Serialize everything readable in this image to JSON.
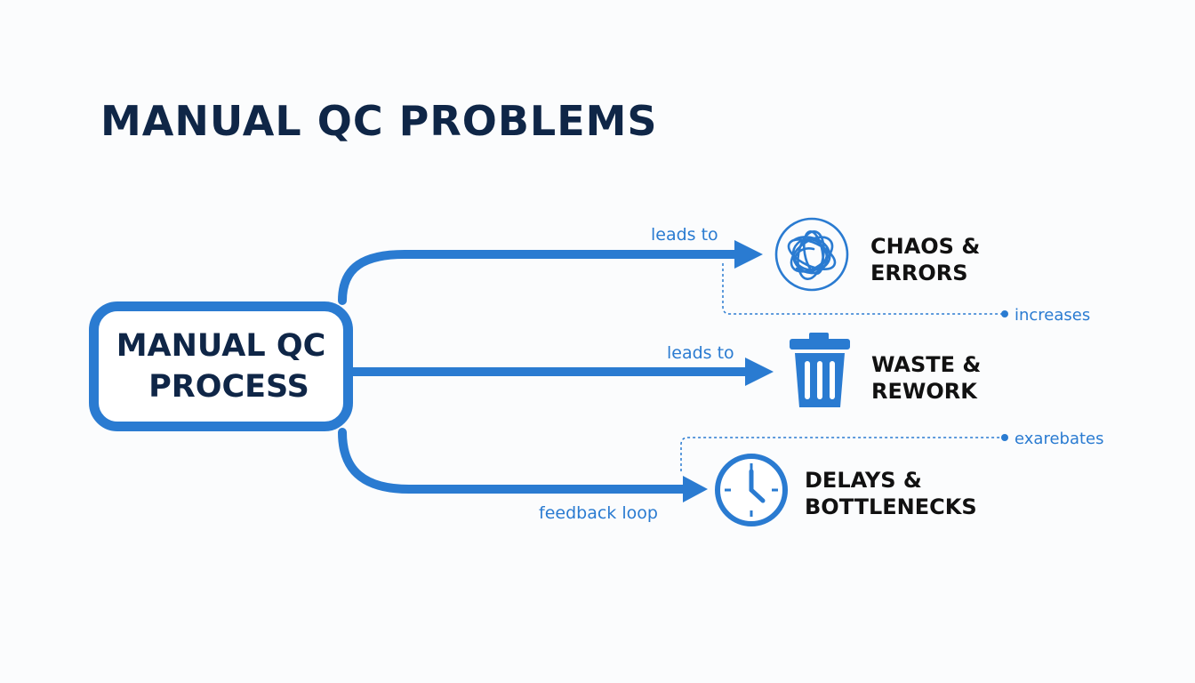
{
  "title": "MANUAL QC PROBLEMS",
  "source_node": {
    "line1": "MANUAL QC",
    "line2": "PROCESS"
  },
  "edges": [
    {
      "label": "leads to",
      "target": "CHAOS & ERRORS"
    },
    {
      "label": "leads to",
      "target": "WASTE & REWORK"
    },
    {
      "label": "feedback loop",
      "target": "DELAYS & BOTTLENECKS"
    }
  ],
  "outcomes": [
    {
      "line1": "CHAOS &",
      "line2": "ERRORS",
      "icon": "tangled-circle-icon"
    },
    {
      "line1": "WASTE &",
      "line2": "REWORK",
      "icon": "trash-bin-icon"
    },
    {
      "line1": "DELAYS &",
      "line2": "BOTTLENECKS",
      "icon": "clock-icon"
    }
  ],
  "relations": [
    {
      "from": "CHAOS & ERRORS",
      "label": "increases"
    },
    {
      "to": "DELAYS & BOTTLENECKS",
      "label": "exarebates"
    }
  ],
  "colors": {
    "accent": "#2a7bd1",
    "title": "#0f2647",
    "text": "#111111",
    "background": "#fbfcfd"
  }
}
